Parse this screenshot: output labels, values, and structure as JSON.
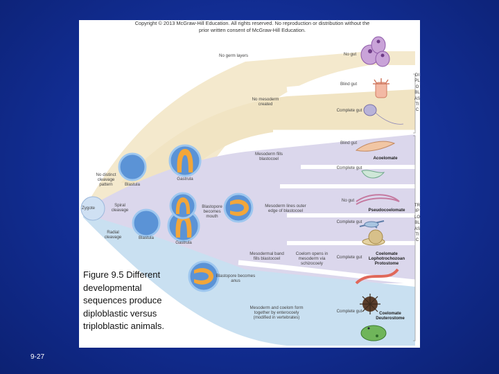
{
  "copyright": "Copyright © 2013 McGraw-Hill Education. All rights reserved. No reproduction or distribution without the prior written consent of McGraw-Hill Education.",
  "labels": {
    "no_germ_layers": "No germ layers",
    "no_gut": "No gut",
    "no_gut_2": "No gut",
    "blind_gut": "Blind gut",
    "blind_gut_2": "Blind gut",
    "no_mesoderm": "No mesoderm created",
    "complete_gut_1": "Complete gut",
    "complete_gut_2": "Complete gut",
    "complete_gut_3": "Complete gut",
    "complete_gut_4": "Complete gut",
    "complete_gut_5": "Complete gut",
    "mesoderm_fills": "Mesoderm fills blastocoel",
    "acoelomate": "Acoelomate",
    "pseudocoelomate": "Pseudocoelomate",
    "no_distinct_cleavage": "No distinct cleavage pattern",
    "blastula_top": "Blastula",
    "gastrula_top": "Gastrula",
    "zygote": "Zygote",
    "spiral_cleavage": "Spiral cleavage",
    "radial_cleavage": "Radial cleavage",
    "blastula_mid": "Blastula",
    "gastrula_mid": "Gastrula",
    "blastopore_mouth": "Blastopore becomes mouth",
    "mesoderm_lines": "Mesoderm lines outer edge of blastocoel",
    "mesodermal_band": "Mesodermal band fills blastocoel",
    "coelom_schizocoely": "Coelom opens in mesoderm via schizocoely",
    "coelomate_lopho": "Coelomate Lophotrochozoan Protostome",
    "blastopore_anus": "Blastopore becomes anus",
    "mesoderm_enterocoely": "Mesoderm and coelom form together by enterocoely (modified in vertebrates)",
    "coelomate_deutero": "Coelomate Deuterostome",
    "diploblastic_vertical": "DIPLOBLASTIC",
    "triploblastic_vertical": "TRIPLOBLASTIC"
  },
  "caption": {
    "title": "Figure 9.5",
    "text": " Different developmental sequences produce diploblastic versus triploblastic animals."
  },
  "slide_number": "9-27",
  "colors": {
    "background": "#13309a",
    "band_tan": "#f3e7c9",
    "band_lavender": "#d9d6ea",
    "band_blue": "#c7dff0",
    "embryo_blue": "#5a94d6",
    "gastrula_orange": "#f0a63a"
  }
}
